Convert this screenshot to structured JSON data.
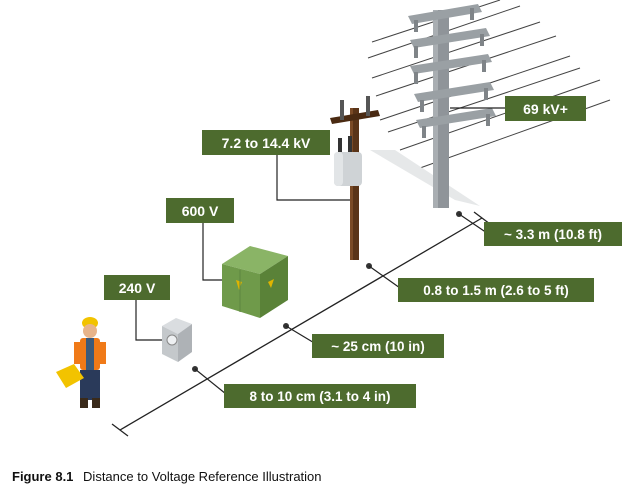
{
  "labels": {
    "v69": "69 kV+",
    "v7": "7.2 to 14.4 kV",
    "v600": "600 V",
    "v240": "240 V"
  },
  "distances": {
    "d1": "~ 3.3 m (10.8 ft)",
    "d2": "0.8 to 1.5 m (2.6 to 5 ft)",
    "d3": "~ 25 cm (10 in)",
    "d4": "8 to 10 cm (3.1 to 4 in)"
  },
  "caption": {
    "number": "Figure 8.1",
    "text": "Distance to Voltage Reference Illustration"
  },
  "colors": {
    "label_bg": "#4d6b2e",
    "pole_steel": "#8f9499",
    "pole_wood": "#5a3418",
    "transformer_box": "#6f9a4a",
    "ground_line": "#222222"
  }
}
